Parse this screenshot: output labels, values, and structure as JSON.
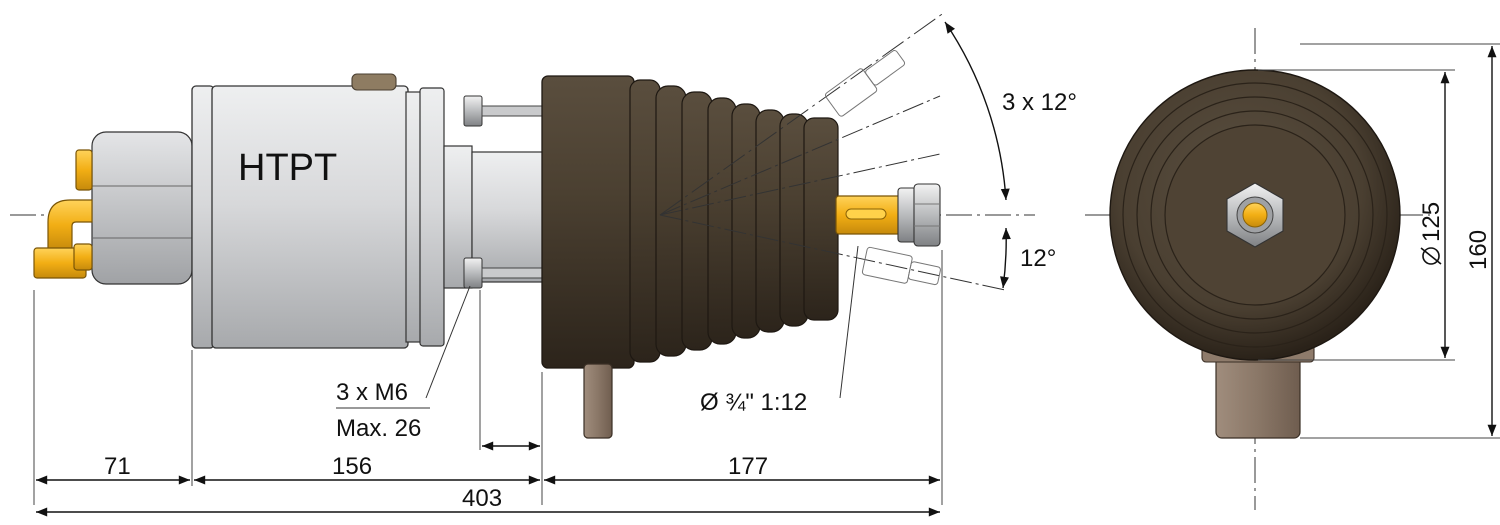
{
  "body_label": "HTPT",
  "dimensions": {
    "d71": "71",
    "d156": "156",
    "d177": "177",
    "d403": "403",
    "dia125": "125",
    "h160": "160",
    "angle_sweep": "3 x 12°",
    "angle_single": "12°",
    "bolts_line1": "3 x M6",
    "bolts_line2": "Max. 26",
    "shaft_taper": "Ø ¾\" 1:12"
  },
  "colors": {
    "housing": "#d9dadc",
    "housing_dark": "#a9abad",
    "boot": "#4a3f31",
    "boot_dark": "#2e261d",
    "brass": "#f3b41a",
    "brass_dark": "#b57d08",
    "port": "#8c7a6b"
  },
  "icons": {
    "diameter_symbol": "diameter-icon",
    "arrowhead": "arrowhead-icon"
  }
}
